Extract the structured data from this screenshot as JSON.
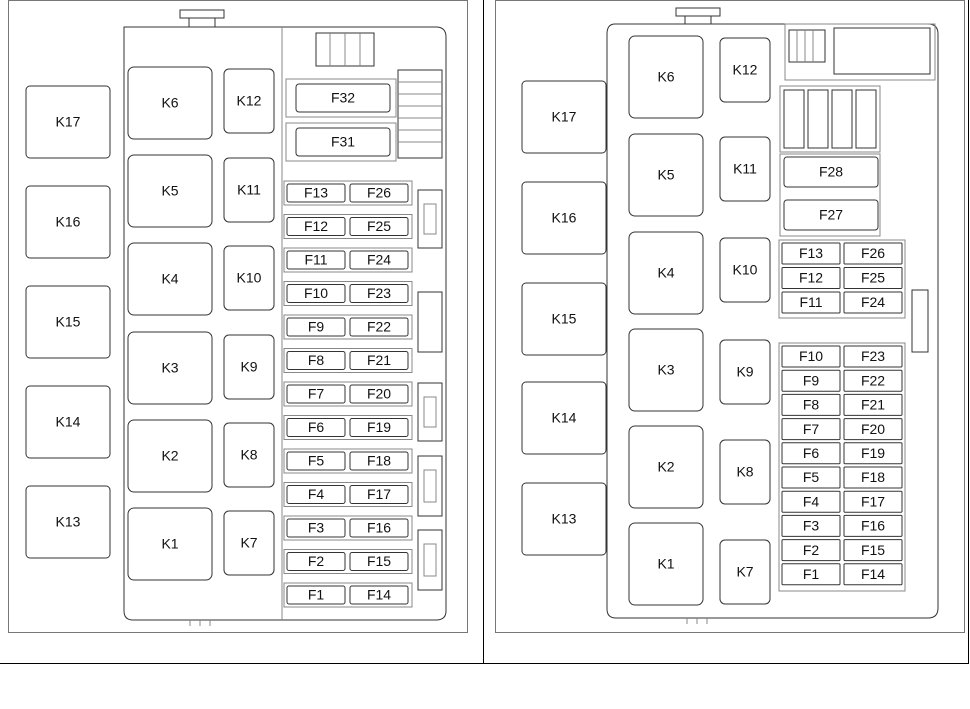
{
  "diagrams": [
    {
      "relays_outer": [
        "K17",
        "K16",
        "K15",
        "K14",
        "K13"
      ],
      "relays_big": [
        "K6",
        "K5",
        "K4",
        "K3",
        "K2",
        "K1"
      ],
      "relays_small": [
        "K12",
        "K11",
        "K10",
        "K9",
        "K8",
        "K7"
      ],
      "fuses_large": [
        "F32",
        "F31"
      ],
      "fuses_left": [
        "F13",
        "F12",
        "F11",
        "F10",
        "F9",
        "F8",
        "F7",
        "F6",
        "F5",
        "F4",
        "F3",
        "F2",
        "F1"
      ],
      "fuses_right": [
        "F26",
        "F25",
        "F24",
        "F23",
        "F22",
        "F21",
        "F20",
        "F19",
        "F18",
        "F17",
        "F16",
        "F15",
        "F14"
      ]
    },
    {
      "relays_outer": [
        "K17",
        "K16",
        "K15",
        "K14",
        "K13"
      ],
      "relays_big": [
        "K6",
        "K5",
        "K4",
        "K3",
        "K2",
        "K1"
      ],
      "relays_small": [
        "K12",
        "K11",
        "K10",
        "K9",
        "K8",
        "K7"
      ],
      "fuses_large": [
        "F28",
        "F27"
      ],
      "fuses_left": [
        "F13",
        "F12",
        "F11",
        "F10",
        "F9",
        "F8",
        "F7",
        "F6",
        "F5",
        "F4",
        "F3",
        "F2",
        "F1"
      ],
      "fuses_right": [
        "F26",
        "F25",
        "F24",
        "F23",
        "F22",
        "F21",
        "F20",
        "F19",
        "F18",
        "F17",
        "F16",
        "F15",
        "F14"
      ]
    }
  ]
}
